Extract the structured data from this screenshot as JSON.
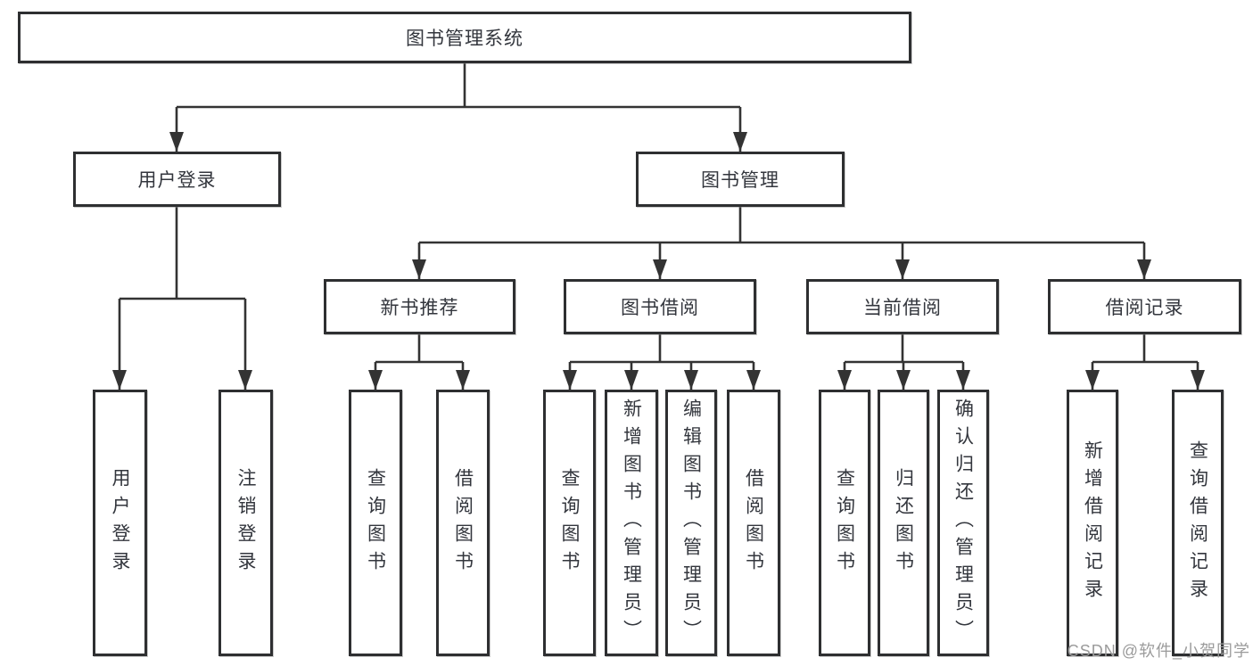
{
  "watermark": "CSDN @软件_小贺同学",
  "colors": {
    "line": "#333333",
    "box_border": "#2e2f31",
    "box_background": "#ffffff",
    "text": "#33363d",
    "watermark_text": "#9b9b9b"
  },
  "tree": {
    "label": "图书管理系统",
    "children": [
      {
        "label": "用户登录",
        "children": [
          {
            "label": "用户登录"
          },
          {
            "label": "注销登录"
          }
        ]
      },
      {
        "label": "图书管理",
        "children": [
          {
            "label": "新书推荐",
            "children": [
              {
                "label": "查询图书"
              },
              {
                "label": "借阅图书"
              }
            ]
          },
          {
            "label": "图书借阅",
            "children": [
              {
                "label": "查询图书"
              },
              {
                "label": "新增图书（管理员）"
              },
              {
                "label": "编辑图书（管理员）"
              },
              {
                "label": "借阅图书"
              }
            ]
          },
          {
            "label": "当前借阅",
            "children": [
              {
                "label": "查询图书"
              },
              {
                "label": "归还图书"
              },
              {
                "label": "确认归还（管理员）"
              }
            ]
          },
          {
            "label": "借阅记录",
            "children": [
              {
                "label": "新增借阅记录"
              },
              {
                "label": "查询借阅记录"
              }
            ]
          }
        ]
      }
    ]
  }
}
